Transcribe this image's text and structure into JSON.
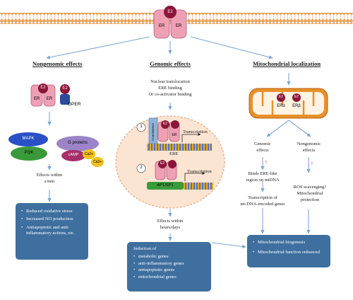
{
  "membrane": {
    "ligand": "E2",
    "receptor_left": "ER",
    "receptor_right": "ER"
  },
  "headings": {
    "nongenomic": "Nongenomic effects",
    "genomic": "Genomic effects",
    "mitochondrial": "Mitochondrial localization"
  },
  "nongenomic": {
    "receptor_ligand": "E2",
    "receptor_left": "ER",
    "receptor_right": "ER",
    "gper_ligand": "E2",
    "gper_label": "GPER",
    "mapk": "MAPK",
    "g_proteins": "G proteins",
    "pi3k": "PI3K",
    "camp": "cAMP",
    "ca1": "Ca2+",
    "ca2": "Ca2+",
    "effects_line1": "Effects within",
    "effects_line2": "s/min",
    "box_items": [
      "Reduced oxidative stress",
      "Increased NO production",
      "Antiapoptotic and anti-inflammatory actions, etc."
    ]
  },
  "genomic": {
    "steps": [
      "Nuclear translocation",
      "ERE binding",
      "Or co-activator binding"
    ],
    "num1": "1",
    "num2": "2",
    "coactivators": "Coactivators",
    "ligand1": "E2",
    "ligand2": "E2",
    "er": "ER",
    "transcription1": "Transcription",
    "transcription2": "Transcription",
    "ere": "ERE",
    "ap1": "AP1/SP1",
    "effects_line1": "Effects within",
    "effects_line2": "hours/days",
    "box_title": "Induction of",
    "box_items": [
      "metabolic genes",
      "anti-inflammatory genes",
      "antiapoptotic genes",
      "mitochondrial genes"
    ]
  },
  "mito": {
    "ligand1": "E2",
    "ligand2": "E2",
    "era": "ERα",
    "erb": "ERβ",
    "genomic_line1": "Genomic",
    "genomic_line2": "effects",
    "nongenomic_line1": "Nongenomic",
    "nongenomic_line2": "effects",
    "q1": "?",
    "q2": "?",
    "binds1": "Binds ERE-like",
    "binds2": "region on mtDNA",
    "trans1": "Transcription of",
    "trans2": "mt-DNA-encoded genes",
    "ros1": "ROS scavenging?",
    "ros2": "Mitochondrial",
    "ros3": "protection",
    "box_items": [
      "Mitochondrial biogenesis",
      "Mitochondrial function enhanced"
    ]
  },
  "colors": {
    "box_blue": "#3e6f9e",
    "receptor_pink": "#f0a0b4",
    "ligand_maroon": "#8b1538",
    "membrane_orange": "#f0a24a",
    "nucleus_peach": "#fbe4d2",
    "mito_orange": "#e8902a",
    "arrow_blue": "#7ea6d0"
  }
}
